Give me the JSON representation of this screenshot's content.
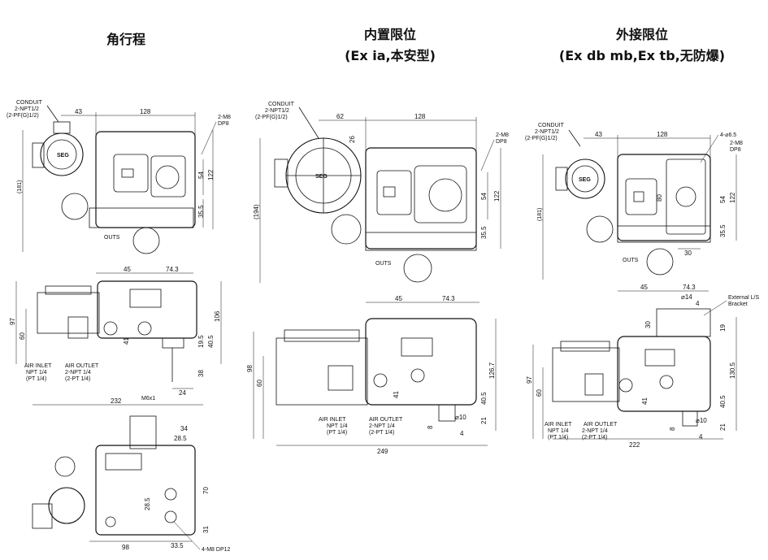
{
  "titles": {
    "left": "角行程",
    "mid_line1": "内置限位",
    "mid_line2": "(Ex ia,本安型)",
    "right_line1": "外接限位",
    "right_line2": "(Ex db mb,Ex tb,无防爆)"
  },
  "left": {
    "conduit": [
      "CONDUIT",
      "2-NPT1/2",
      "(2-PF(G)1/2)"
    ],
    "dims_top": {
      "d43": "43",
      "d128": "128",
      "m8": "2-M8",
      "dp8": "DP8",
      "d54": "54",
      "d122": "122",
      "d35_5": "35.5",
      "d181": "(181)"
    },
    "brand": "SEG",
    "outs": "OUTS",
    "dims_side": {
      "d45": "45",
      "d74_3": "74.3",
      "d97": "97",
      "d60": "60",
      "d41": "41",
      "d106": "106",
      "d19_5": "19.5",
      "d40_5": "40.5",
      "d38": "38",
      "d24": "24",
      "d232": "232",
      "m6": "M6x1"
    },
    "air_inlet": [
      "AIR INLET",
      "NPT 1/4",
      "(PT 1/4)"
    ],
    "air_outlet": [
      "AIR OUTLET",
      "2-NPT 1/4",
      "(2-PT 1/4)"
    ],
    "dims_bottom": {
      "d34": "34",
      "d28_5a": "28.5",
      "d28_5b": "28.5",
      "d70": "70",
      "d31": "31",
      "d33_5": "33.5",
      "d98": "98",
      "m8dp12": "4-M8 DP12"
    }
  },
  "mid": {
    "conduit": [
      "CONDUIT",
      "2-NPT1/2",
      "(2-PF(G)1/2)"
    ],
    "dims_top": {
      "d62": "62",
      "d128": "128",
      "d26": "26",
      "m8": "2-M8",
      "dp8": "DP8",
      "d54": "54",
      "d122": "122",
      "d35_5": "35.5",
      "d194": "(194)"
    },
    "brand": "SEG",
    "outs": "OUTS",
    "dims_side": {
      "d45": "45",
      "d74_3": "74.3",
      "d98": "98",
      "d60": "60",
      "d41": "41",
      "d126_7": "126.7",
      "d40_5": "40.5",
      "d21": "21",
      "d8": "8",
      "d10": "⌀10",
      "d4": "4",
      "d249": "249"
    },
    "air_inlet": [
      "AIR INLET",
      "NPT 1/4",
      "(PT 1/4)"
    ],
    "air_outlet": [
      "AIR OUTLET",
      "2-NPT 1/4",
      "(2-PT 1/4)"
    ]
  },
  "right": {
    "conduit": [
      "CONDUIT",
      "2-NPT1/2",
      "(2-PF(G)1/2)"
    ],
    "dims_top": {
      "d43": "43",
      "d128": "128",
      "hole": "4-⌀6.5",
      "m8": "2-M8",
      "dp8": "DP8",
      "d80": "80",
      "d54": "54",
      "d122": "122",
      "d35_5": "35.5",
      "d30": "30",
      "d181": "(181)"
    },
    "brand": "SEG",
    "outs": "OUTS",
    "dims_side": {
      "d45": "45",
      "d74_3": "74.3",
      "d14": "⌀14",
      "d4": "4",
      "d19": "19",
      "d30": "30",
      "d97": "97",
      "d60": "60",
      "d41": "41",
      "d130_5": "130.5",
      "d40_5": "40.5",
      "d21": "21",
      "d8": "8",
      "d10": "⌀10",
      "d4b": "4",
      "d222": "222"
    },
    "bracket": [
      "External L/S",
      "Bracket"
    ],
    "air_inlet": [
      "AIR INLET",
      "NPT 1/4",
      "(PT 1/4)"
    ],
    "air_outlet": [
      "AIR OUTLET",
      "2-NPT 1/4",
      "(2-PT 1/4)"
    ]
  }
}
